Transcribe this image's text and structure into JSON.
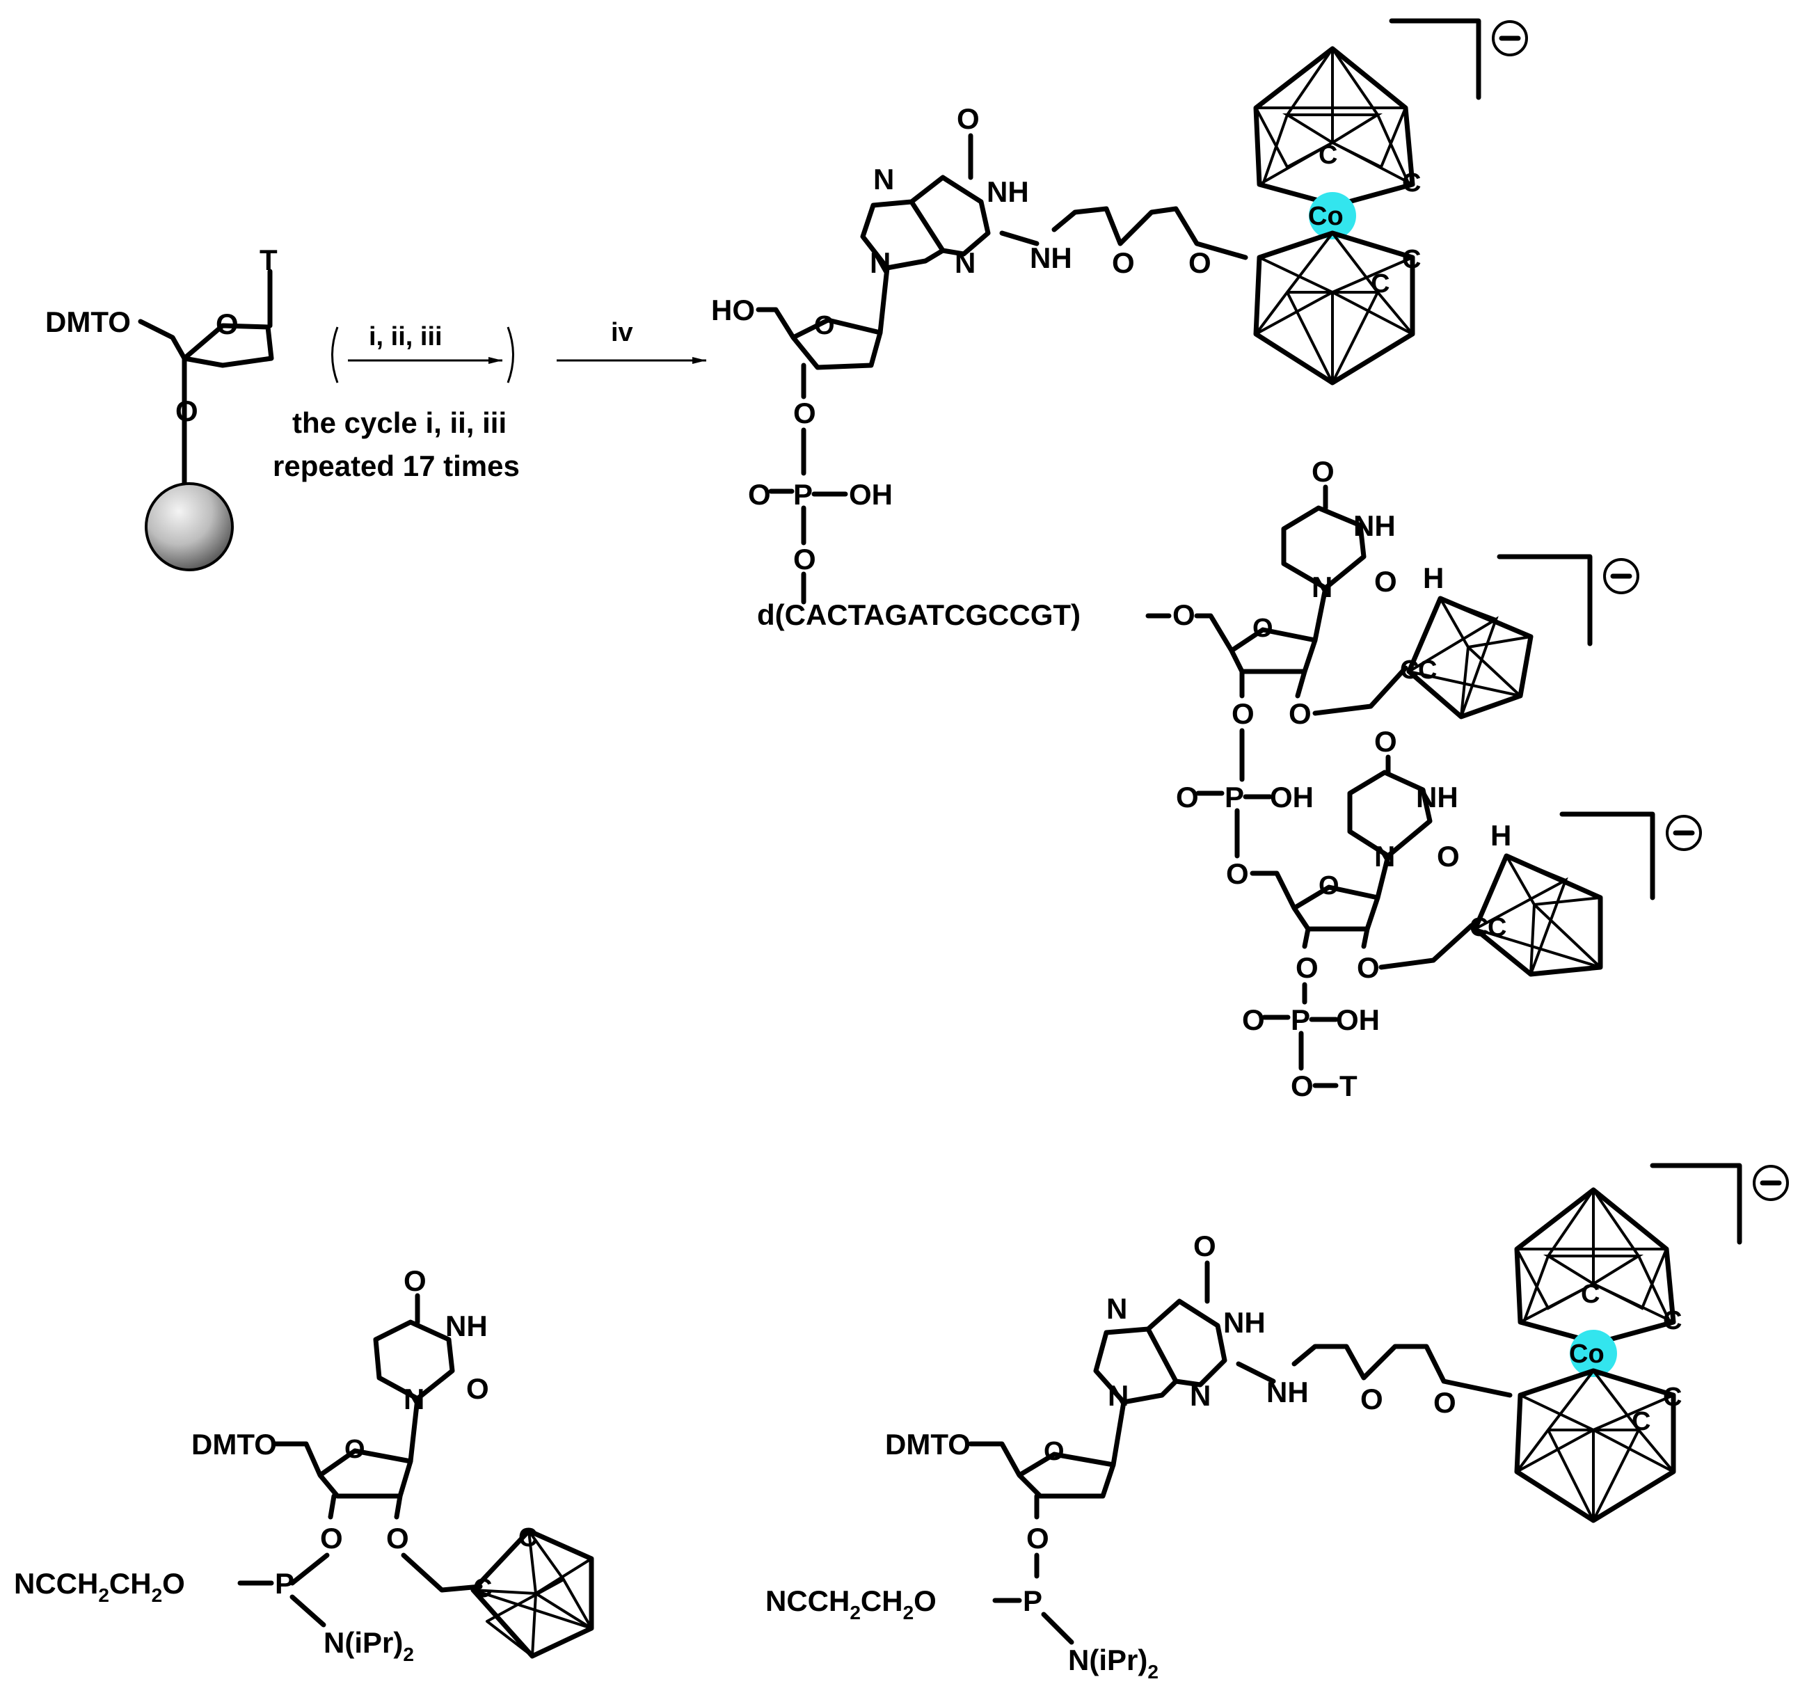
{
  "reaction": {
    "cycle_reagents": "i, ii, iii",
    "cycle_note_1": "the cycle i, ii, iii",
    "cycle_note_2": "repeated 17 times",
    "final_reagent": "iv"
  },
  "labels": {
    "dmto": "DMTO",
    "ho": "HO",
    "o": "O",
    "n": "N",
    "nh": "NH",
    "h": "H",
    "p": "P",
    "oh": "OH",
    "t": "T",
    "c": "C",
    "co": "Co",
    "charge": "−",
    "oligo_sequence": "d(CACTAGATCGCCGT)",
    "cyanoethyl": "NCCH",
    "sub2": "2",
    "ch2o": "CH",
    "o_end": "O",
    "amine": "N(iPr)"
  },
  "colors": {
    "cobalt": "#33e5ee",
    "bead_light": "#f4f4f4",
    "bead_dark": "#5a5a5a"
  }
}
